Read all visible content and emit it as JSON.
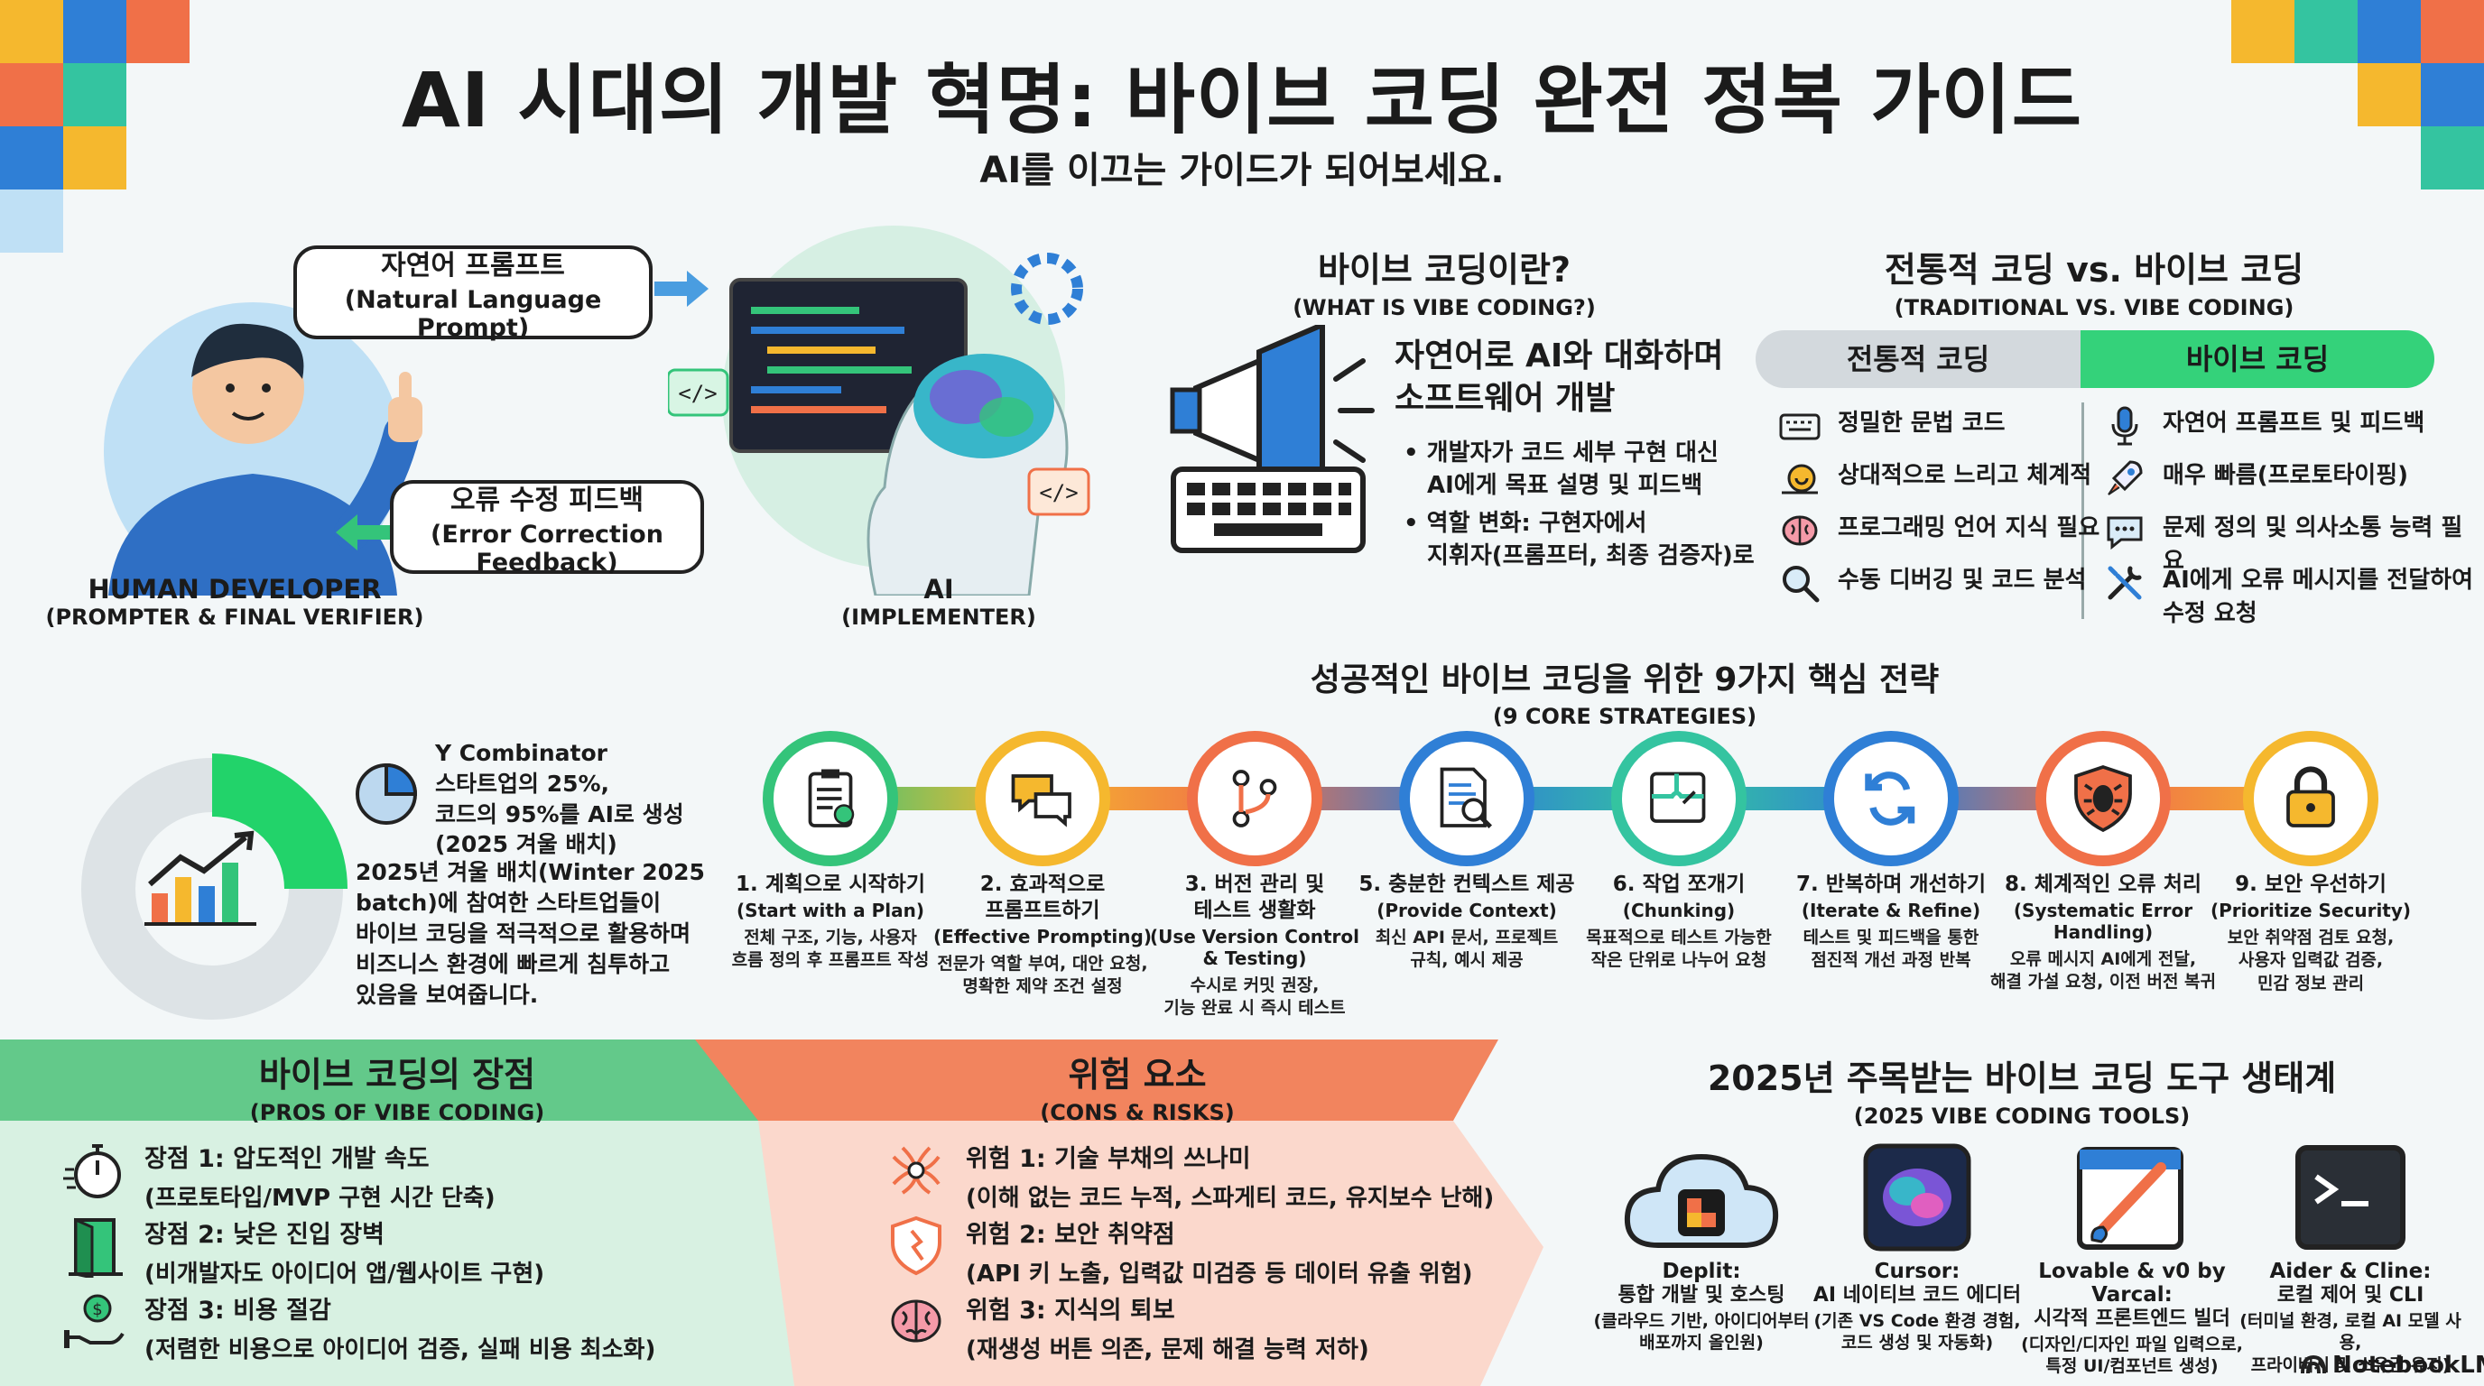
{
  "title": "AI 시대의 개발 혁명: 바이브 코딩 완전 정복 가이드",
  "subtitle": "AI를 이끄는 가이드가 되어보세요.",
  "colors": {
    "green": "#22c55e",
    "light_green": "#cfeedd",
    "orange": "#f07048",
    "light_orange": "#fbd8cc",
    "blue": "#2f7fd6",
    "navy": "#1f3a68"
  },
  "loop": {
    "prompt_bubble": {
      "line1": "자연어 프롬프트",
      "line2": "(Natural Language Prompt)"
    },
    "feedback_bubble": {
      "line1": "오류 수정 피드백",
      "line2": "(Error Correction Feedback)"
    },
    "human": {
      "label": "HUMAN DEVELOPER",
      "sub": "(PROMPTER & FINAL VERIFIER)"
    },
    "ai": {
      "label": "AI",
      "sub": "(IMPLEMENTER)"
    }
  },
  "what_is": {
    "title": "바이브 코딩이란?",
    "sub": "(WHAT IS VIBE CODING?)",
    "headline_l1": "자연어로 AI와 대화하며",
    "headline_l2": "소프트웨어 개발",
    "bullet1_l1": "개발자가 코드 세부 구현 대신",
    "bullet1_l2": "AI에게 목표 설명 및 피드백",
    "bullet2_l1": "역할 변화: 구현자에서",
    "bullet2_l2": "지휘자(프롬프터, 최종 검증자)로"
  },
  "comparison": {
    "title": "전통적 코딩 vs. 바이브 코딩",
    "sub": "(TRADITIONAL VS. VIBE CODING)",
    "left_header": "전통적 코딩",
    "right_header": "바이브 코딩",
    "left": [
      "정밀한 문법 코드",
      "상대적으로 느리고 체계적",
      "프로그래밍 언어 지식 필요",
      "수동 디버깅 및 코드 분석"
    ],
    "right": [
      "자연어 프롬프트 및 피드백",
      "매우 빠름(프로토타이핑)",
      "문제 정의 및 의사소통 능력 필요",
      "AI에게 오류 메시지를 전달하여",
      "수정 요청"
    ]
  },
  "stat": {
    "l1": "Y Combinator",
    "l2": "스타트업의 25%,",
    "l3": "코드의 95%를 AI로 생성",
    "l4": "(2025 겨울 배치)",
    "p1": "2025년 겨울 배치(Winter 2025",
    "p2": "batch)에 참여한 스타트업들이",
    "p3": "바이브 코딩을 적극적으로 활용하며",
    "p4": "비즈니스 환경에 빠르게 침투하고",
    "p5": "있음을 보여줍니다.",
    "percent": 25
  },
  "strategies": {
    "title": "성공적인 바이브 코딩을 위한 9가지 핵심 전략",
    "sub": "(9 CORE STRATEGIES)",
    "items": [
      {
        "t": "1. 계획으로 시작하기",
        "e": "(Start with a Plan)",
        "d1": "전체 구조, 기능, 사용자",
        "d2": "흐름 정의 후 프롬프트 작성",
        "d3": "",
        "color": "#34c47a",
        "icon": "clipboard-icon"
      },
      {
        "t": "2. 효과적으로",
        "t2": "프롬프트하기",
        "e": "(Effective Prompting)",
        "d1": "전문가 역할 부여, 대안 요청,",
        "d2": "명확한 제약 조건 설정",
        "d3": "",
        "color": "#f5b82e",
        "icon": "chat-icon"
      },
      {
        "t": "3. 버전 관리 및",
        "t2": "테스트 생활화",
        "e": "(Use Version Control",
        "e2": "& Testing)",
        "d1": "수시로 커밋 권장,",
        "d2": "기능 완료 시 즉시 테스트",
        "color": "#f07048",
        "icon": "branch-icon"
      },
      {
        "t": "5. 충분한 컨텍스트 제공",
        "e": "(Provide Context)",
        "d1": "최신 API 문서, 프로젝트",
        "d2": "규칙, 예시 제공",
        "color": "#2f7fd6",
        "icon": "document-search-icon"
      },
      {
        "t": "6. 작업 쪼개기",
        "e": "(Chunking)",
        "d1": "목표적으로 테스트 가능한",
        "d2": "작은 단위로 나누어 요청",
        "color": "#34c4a0",
        "icon": "puzzle-icon"
      },
      {
        "t": "7. 반복하며 개선하기",
        "e": "(Iterate & Refine)",
        "d1": "테스트 및 피드백을 통한",
        "d2": "점진적 개선 과정 반복",
        "color": "#2f7fd6",
        "icon": "refresh-icon"
      },
      {
        "t": "8. 체계적인 오류 처리",
        "e": "(Systematic Error",
        "e2": "Handling)",
        "d1": "오류 메시지 AI에게 전달,",
        "d2": "해결 가설 요청, 이전 버전 복귀",
        "color": "#f07048",
        "icon": "bug-shield-icon"
      },
      {
        "t": "9. 보안 우선하기",
        "e": "(Prioritize Security)",
        "d1": "보안 취약점 검토 요청,",
        "d2": "사용자 입력값 검증,",
        "d3": "민감 정보 관리",
        "color": "#f5b82e",
        "icon": "lock-icon"
      }
    ]
  },
  "pros": {
    "title": "바이브 코딩의 장점",
    "sub": "(PROS OF VIBE CODING)",
    "items": [
      {
        "a": "장점 1: 압도적인 개발 속도",
        "b": "(프로토타입/MVP 구현 시간 단축)",
        "icon": "stopwatch-icon"
      },
      {
        "a": "장점 2: 낮은 진입 장벽",
        "b": "(비개발자도 아이디어 앱/웹사이트 구현)",
        "icon": "door-icon"
      },
      {
        "a": "장점 3: 비용 절감",
        "b": "(저렴한 비용으로 아이디어 검증, 실패 비용 최소화)",
        "icon": "money-hand-icon"
      }
    ]
  },
  "cons": {
    "title": "위험 요소",
    "sub": "(CONS & RISKS)",
    "items": [
      {
        "a": "위험 1: 기술 부채의 쓰나미",
        "b": "(이해 없는 코드 누적, 스파게티 코드, 유지보수 난해)",
        "icon": "tangle-icon"
      },
      {
        "a": "위험 2: 보안 취약점",
        "b": "(API 키 노출, 입력값 미검증 등 데이터 유출 위험)",
        "icon": "broken-shield-icon"
      },
      {
        "a": "위험 3: 지식의 퇴보",
        "b": "(재생성 버튼 의존, 문제 해결 능력 저하)",
        "icon": "brain-icon"
      }
    ]
  },
  "tools": {
    "title": "2025년 주목받는 바이브 코딩 도구 생태계",
    "sub": "(2025 VIBE CODING TOOLS)",
    "items": [
      {
        "n": "Deplit:",
        "d": "통합 개발 및 호스팅",
        "x1": "(클라우드 기반, 아이디어부터",
        "x2": "배포까지 올인원)",
        "icon": "cloud-icon"
      },
      {
        "n": "Cursor:",
        "d": "AI 네이티브 코드 에디터",
        "x1": "(기존 VS Code 환경 경험,",
        "x2": "코드 생성 및 자동화)",
        "icon": "brain-chip-icon"
      },
      {
        "n": "Lovable & v0 by Varcal:",
        "d": "시각적 프론트엔드 빌더",
        "x1": "(디자인/디자인 파일 입력으로,",
        "x2": "특정 UI/컴포넌트 생성)",
        "icon": "brush-window-icon"
      },
      {
        "n": "Aider & Cline:",
        "d": "로컬 제어 및 CLI",
        "x1": "(터미널 환경, 로컬 AI 모델 사용,",
        "x2": "프라이버시 및 소유권 유지)",
        "icon": "terminal-icon"
      }
    ]
  },
  "brand": "NotebookLM"
}
